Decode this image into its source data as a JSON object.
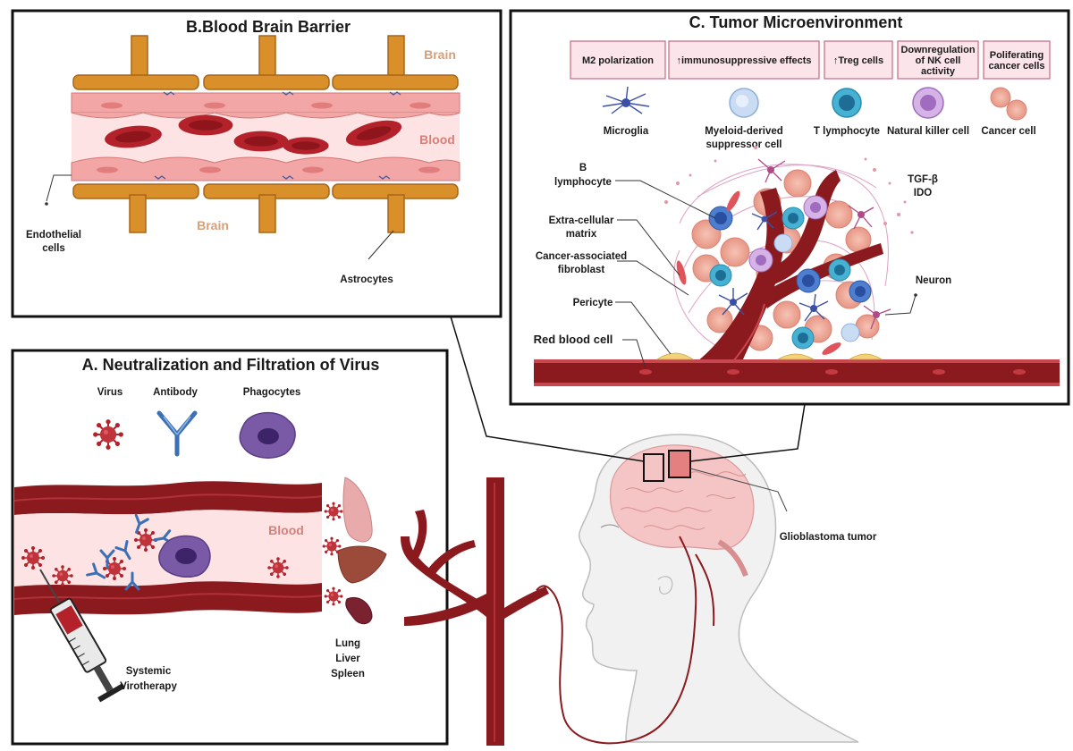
{
  "panel_b": {
    "title": "B.Blood Brain Barrier",
    "brain_top": "Brain",
    "brain_bottom": "Brain",
    "blood": "Blood",
    "endothelial_1": "Endothelial",
    "endothelial_2": "cells",
    "astrocytes": "Astrocytes"
  },
  "panel_c": {
    "title": "C. Tumor Microenvironment",
    "effects": [
      {
        "lines": [
          "M2 polarization"
        ]
      },
      {
        "lines": [
          "↑immunosuppressive effects"
        ]
      },
      {
        "lines": [
          "↑Treg cells"
        ]
      },
      {
        "lines": [
          "Downregulation",
          "of NK cell",
          "activity"
        ]
      },
      {
        "lines": [
          "Poliferating",
          "cancer cells"
        ]
      }
    ],
    "cells": [
      {
        "lines": [
          "Microglia"
        ],
        "icon": "microglia-icon"
      },
      {
        "lines": [
          "Myeloid-derived",
          "suppressor cell"
        ],
        "icon": "mdsc-icon"
      },
      {
        "lines": [
          "T lymphocyte"
        ],
        "icon": "t-lymphocyte-icon"
      },
      {
        "lines": [
          "Natural killer cell"
        ],
        "icon": "nk-cell-icon"
      },
      {
        "lines": [
          "Cancer cell"
        ],
        "icon": "cancer-cell-icon"
      }
    ],
    "b_lymphocyte": [
      "B",
      "lymphocyte"
    ],
    "ecm": [
      "Extra-cellular",
      "matrix"
    ],
    "caf": [
      "Cancer-associated",
      "fibroblast"
    ],
    "pericyte": "Pericyte",
    "rbc": "Red blood cell",
    "tgf": "TGF-β",
    "ido": "IDO",
    "neuron": "Neuron"
  },
  "panel_a": {
    "title": "A. Neutralization and Filtration of Virus",
    "virus": "Virus",
    "antibody": "Antibody",
    "phagocytes": "Phagocytes",
    "blood": "Blood",
    "organs": [
      "Lung",
      "Liver",
      "Spleen"
    ],
    "therapy": [
      "Systemic",
      "Virotherapy"
    ]
  },
  "glioblastoma": "Glioblastoma tumor",
  "colors": {
    "vessel_dark": "#8b1a1f",
    "blood_pink": "#fbe3e3",
    "astrocyte": "#d98f2a",
    "rbc": "#b3222a",
    "tag_fill": "#fbe4ea",
    "tag_stroke": "#c46a84"
  }
}
